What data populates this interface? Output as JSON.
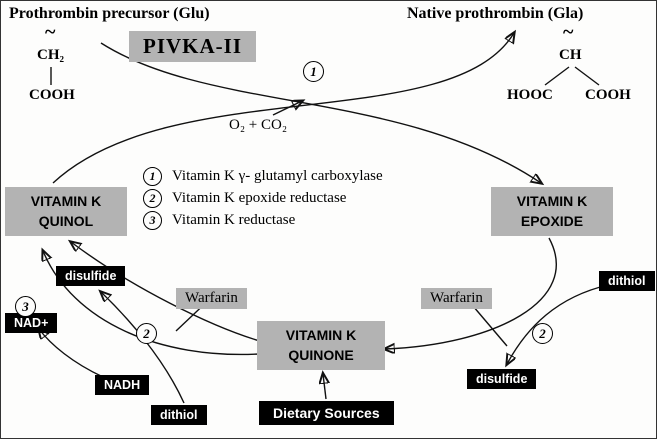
{
  "titles": {
    "left": "Prothrombin precursor (Glu)",
    "right": "Native prothrombin (Gla)"
  },
  "pivka": "PIVKA-II",
  "chem_left": {
    "tilde": "~",
    "group": "CH₂",
    "acid": "COOH"
  },
  "chem_right": {
    "tilde": "~",
    "group": "CH",
    "acid_left": "HOOC",
    "acid_right": "COOH"
  },
  "cofactor_gases": "O₂ + CO₂",
  "legend": {
    "items": [
      {
        "num": "1",
        "label": "Vitamin K  γ- glutamyl carboxylase"
      },
      {
        "num": "2",
        "label": "Vitamin K epoxide reductase"
      },
      {
        "num": "3",
        "label": "Vitamin K reductase"
      }
    ]
  },
  "nodes": {
    "quinol_line1": "VITAMIN K",
    "quinol_line2": "QUINOL",
    "epoxide_line1": "VITAMIN K",
    "epoxide_line2": "EPOXIDE",
    "quinone_line1": "VITAMIN K",
    "quinone_line2": "QUINONE"
  },
  "steps": {
    "one": "1",
    "two_left": "2",
    "two_right": "2",
    "three": "3"
  },
  "inhibitor": {
    "left": "Warfarin",
    "right": "Warfarin"
  },
  "cofactors": {
    "disulfide_left": "disulfide",
    "disulfide_right": "disulfide",
    "dithiol_left": "dithiol",
    "dithiol_right": "dithiol",
    "nad": "NAD+",
    "nadh": "NADH"
  },
  "source": {
    "dietary": "Dietary Sources"
  },
  "colors": {
    "box_gray": "#b3b3b3",
    "box_black": "#000000",
    "line": "#111111"
  }
}
